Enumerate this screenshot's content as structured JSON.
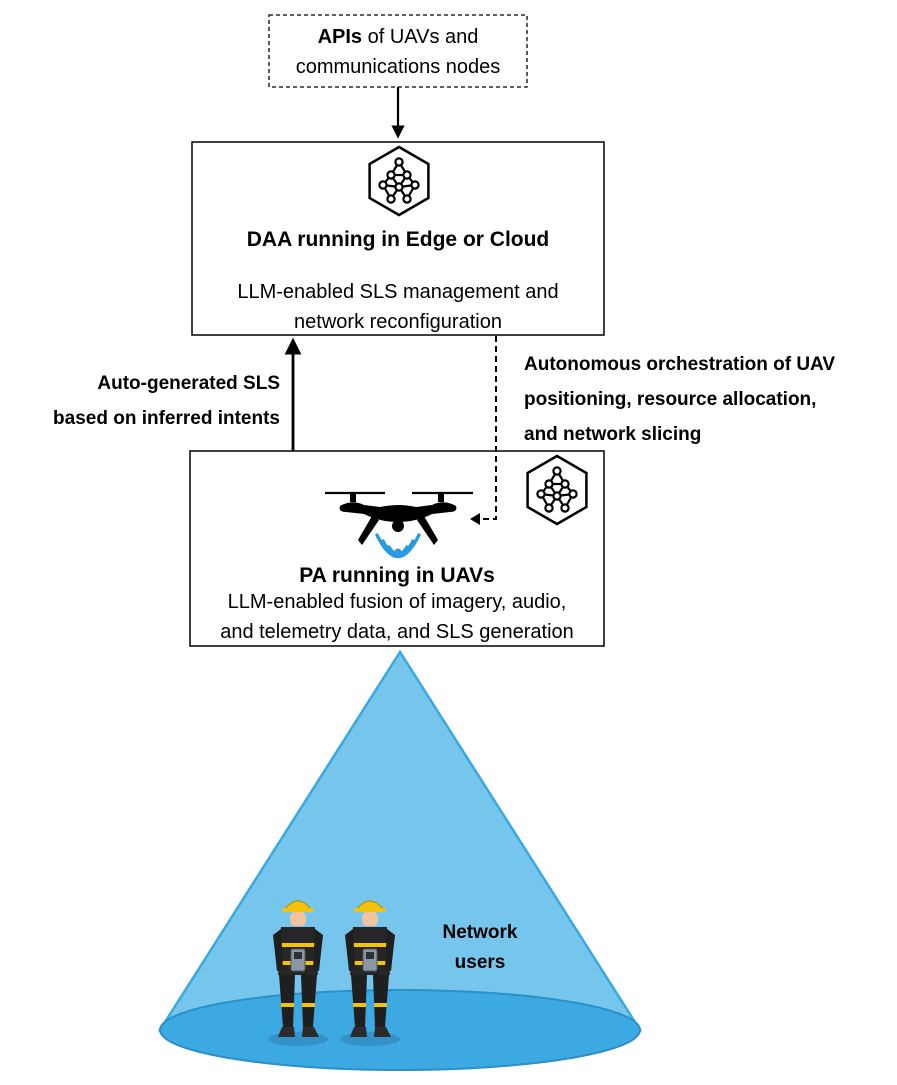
{
  "api_box": {
    "bold": "APIs",
    "rest": " of UAVs and",
    "line2": "communications nodes"
  },
  "daa_box": {
    "title": "DAA running in Edge or Cloud",
    "desc_line1": "LLM-enabled SLS management and",
    "desc_line2": "network reconfiguration",
    "icon": "neural-network-hexagon-icon"
  },
  "pa_box": {
    "title": "PA running in UAVs",
    "desc_line1": "LLM-enabled fusion of imagery, audio,",
    "desc_line2": "and telemetry data, and SLS generation",
    "icon": "drone-icon"
  },
  "up_label": {
    "line1": "Auto-generated SLS",
    "line2": "based on inferred intents"
  },
  "down_label": {
    "line1": "Autonomous orchestration of UAV",
    "line2": "positioning, resource allocation,",
    "line3": "and network slicing",
    "icon": "neural-network-hexagon-icon"
  },
  "coverage": {
    "label_line1": "Network",
    "label_line2": "users",
    "icon": "worker-icon"
  },
  "colors": {
    "cone_fill": "#76c5ec",
    "cone_edge": "#3aa8e0",
    "ellipse_fill": "#3da9e2",
    "signal_blue": "#2b9be0",
    "vest_yellow": "#f4c20d"
  }
}
